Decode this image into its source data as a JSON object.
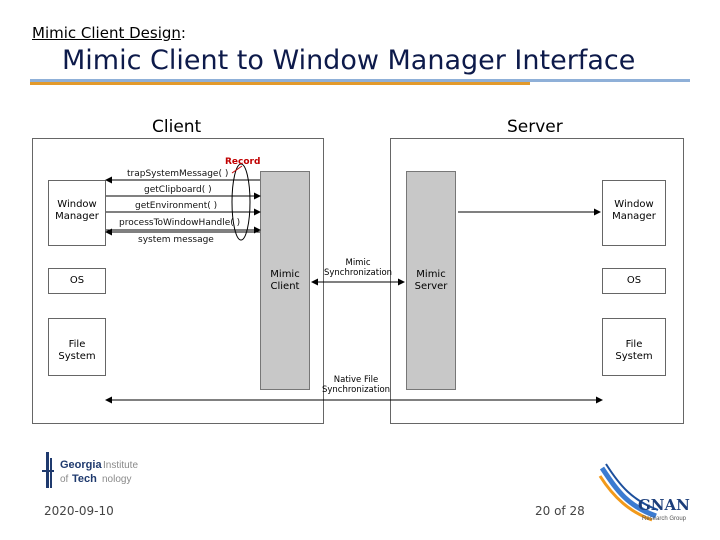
{
  "header": {
    "breadcrumb_main": "Mimic Client Design",
    "breadcrumb_suffix": ":",
    "title": "Mimic Client to Window Manager Interface"
  },
  "diagram": {
    "client_heading": "Client",
    "server_heading": "Server",
    "record_label": "Record",
    "messages": [
      "trapSystemMessage( )",
      "getClipboard( )",
      "getEnvironment( )",
      "processToWindowHandle( )",
      "system message"
    ],
    "client_window_manager": "Window\nManager",
    "client_os": "OS",
    "client_file_system": "File\nSystem",
    "mimic_client": "Mimic\nClient",
    "mimic_sync": "Mimic\nSynchronization",
    "mimic_server": "Mimic\nServer",
    "server_window_manager": "Window\nManager",
    "server_os": "OS",
    "server_file_system": "File\nSystem",
    "native_file_sync": "Native File\nSynchronization"
  },
  "footer": {
    "date": "2020-09-10",
    "page": "20 of 28",
    "logo_left": "Georgia Institute of Technology",
    "logo_right": "GNAN Research Group"
  },
  "colors": {
    "title": "#0d1a4a",
    "accent_rule": "#e39a2b",
    "rule_blue": "#8fb0d8",
    "record_red": "#c00000"
  }
}
